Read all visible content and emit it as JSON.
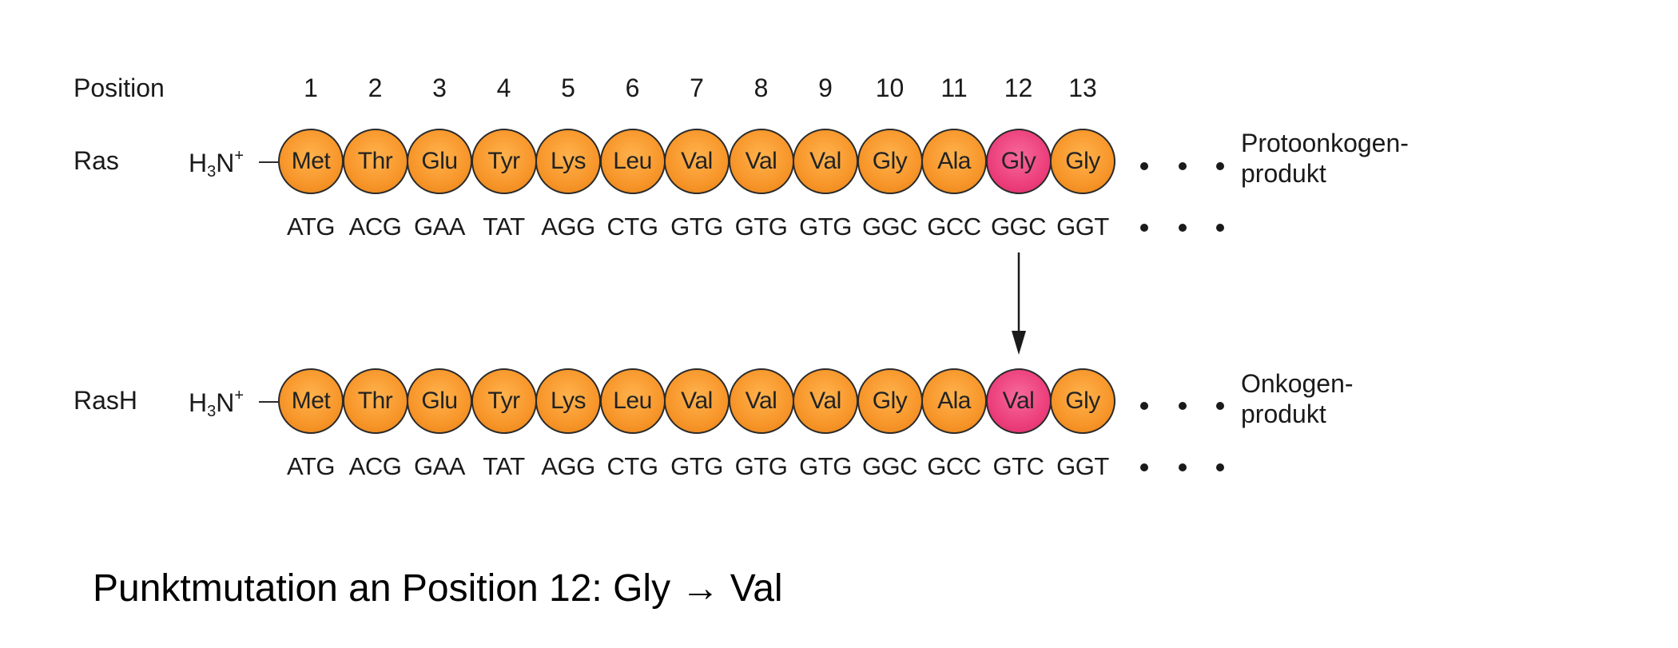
{
  "position_header": "Position",
  "positions": [
    "1",
    "2",
    "3",
    "4",
    "5",
    "6",
    "7",
    "8",
    "9",
    "10",
    "11",
    "12",
    "13"
  ],
  "n_terminus": {
    "base": "H",
    "sub": "3",
    "mid": "N",
    "sup": "+"
  },
  "rows": [
    {
      "name": "Ras",
      "residues": [
        "Met",
        "Thr",
        "Glu",
        "Tyr",
        "Lys",
        "Leu",
        "Val",
        "Val",
        "Val",
        "Gly",
        "Ala",
        "Gly",
        "Gly"
      ],
      "codons": [
        "ATG",
        "ACG",
        "GAA",
        "TAT",
        "AGG",
        "CTG",
        "GTG",
        "GTG",
        "GTG",
        "GGC",
        "GCC",
        "GGC",
        "GGT"
      ],
      "highlight_index": 11,
      "product_line1": "Protoonkogen-",
      "product_line2": "produkt"
    },
    {
      "name": "RasH",
      "residues": [
        "Met",
        "Thr",
        "Glu",
        "Tyr",
        "Lys",
        "Leu",
        "Val",
        "Val",
        "Val",
        "Gly",
        "Ala",
        "Val",
        "Gly"
      ],
      "codons": [
        "ATG",
        "ACG",
        "GAA",
        "TAT",
        "AGG",
        "CTG",
        "GTG",
        "GTG",
        "GTG",
        "GGC",
        "GCC",
        "GTC",
        "GGT"
      ],
      "highlight_index": 11,
      "product_line1": "Onkogen-",
      "product_line2": "produkt"
    }
  ],
  "colors": {
    "residue": "#f7962a",
    "mutated_residue": "#ec3f7c"
  },
  "caption": "Punktmutation an Position 12: Gly → Val"
}
